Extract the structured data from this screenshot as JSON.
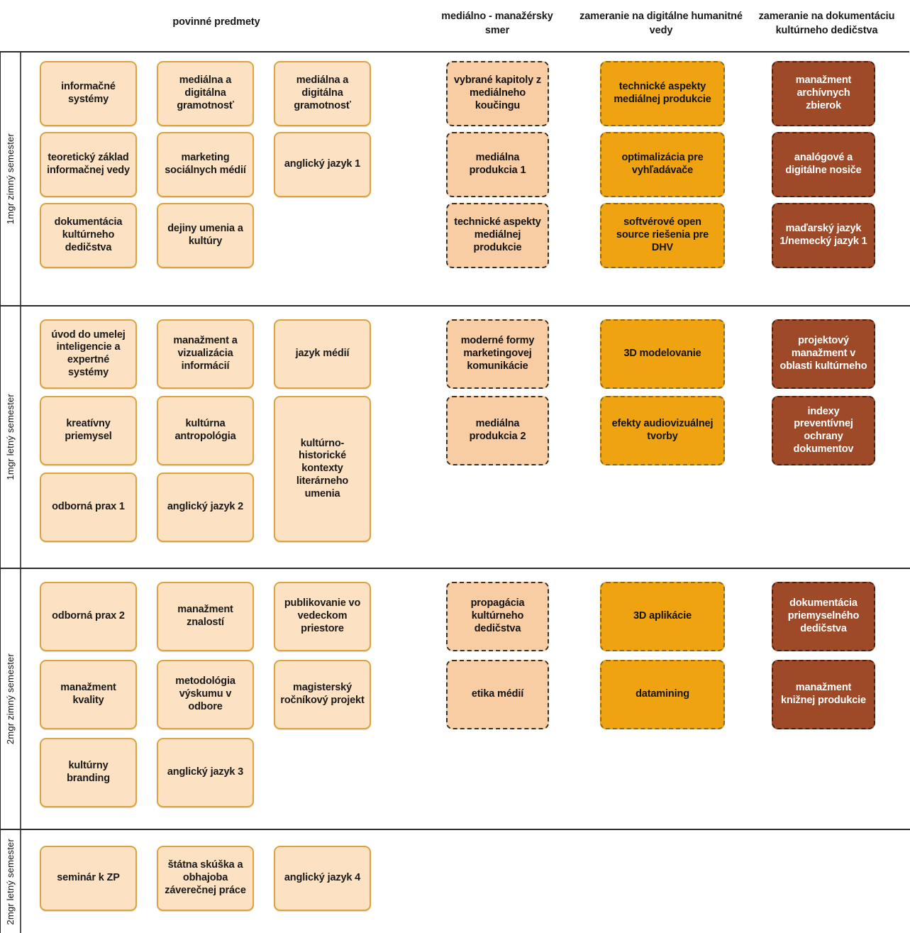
{
  "headers": {
    "mandatory": "povinné predmety",
    "media_managerial": "mediálno - manažérsky smer",
    "digital_humanities": "zameranie na digitálne humanitné vedy",
    "documentation": "zameranie na dokumentáciu kultúrneho dedičstva"
  },
  "colors": {
    "mandatory_fill": "#FCE1C2",
    "mandatory_border": "#D9A441",
    "media_fill": "#F8CDA4",
    "media_border": "#3A3024",
    "dhv_fill": "#EFA311",
    "dhv_border": "#8A6A1C",
    "doku_fill": "#9E4A28",
    "doku_border": "#4A2110",
    "grid_line": "#2B2B2B"
  },
  "sections": [
    {
      "label": "1mgr zimný semester",
      "mandatory": [
        "informačné systémy",
        "mediálna a digitálna gramotnosť",
        "mediálna a digitálna gramotnosť",
        "teoretický základ informačnej vedy",
        "marketing sociálnych médií",
        "anglický jazyk 1",
        "dokumentácia kultúrneho dedičstva",
        "dejiny umenia a kultúry"
      ],
      "media_managerial": [
        "vybrané kapitoly z mediálneho koučingu",
        "mediálna produkcia 1",
        "technické aspekty mediálnej produkcie"
      ],
      "digital_humanities": [
        "technické aspekty mediálnej produkcie",
        "optimalizácia pre vyhľadávače",
        "softvérové open source riešenia pre DHV"
      ],
      "documentation": [
        "manažment archívnych zbierok",
        "analógové a digitálne nosiče",
        "maďarský jazyk 1/nemecký jazyk 1"
      ]
    },
    {
      "label": "1mgr letný semester",
      "mandatory": [
        "úvod do umelej inteligencie a expertné systémy",
        "manažment a vizualizácia informácií",
        "jazyk médií",
        "kreatívny priemysel",
        "kultúrna antropológia",
        "kultúrno-historické kontexty literárneho umenia",
        "odborná prax 1",
        "anglický jazyk 2"
      ],
      "media_managerial": [
        "moderné formy marketingovej komunikácie",
        "mediálna produkcia 2"
      ],
      "digital_humanities": [
        "3D modelovanie",
        "efekty audiovizuálnej tvorby"
      ],
      "documentation": [
        "projektový manažment v oblasti kultúrneho",
        "indexy preventívnej ochrany dokumentov"
      ]
    },
    {
      "label": "2mgr zimný semester",
      "mandatory": [
        "odborná prax 2",
        "manažment znalostí",
        "publikovanie vo vedeckom priestore",
        "manažment kvality",
        "metodológia výskumu v odbore",
        "magisterský ročníkový projekt",
        "kultúrny branding",
        "anglický jazyk 3"
      ],
      "media_managerial": [
        "propagácia kultúrneho dedičstva",
        "etika médií"
      ],
      "digital_humanities": [
        "3D aplikácie",
        "datamining"
      ],
      "documentation": [
        "dokumentácia priemyselného dedičstva",
        "manažment knižnej produkcie"
      ]
    },
    {
      "label": "2mgr letný semester",
      "mandatory": [
        "seminár k ZP",
        "štátna skúška a obhajoba záverečnej práce",
        "anglický jazyk 4"
      ],
      "media_managerial": [],
      "digital_humanities": [],
      "documentation": []
    }
  ]
}
